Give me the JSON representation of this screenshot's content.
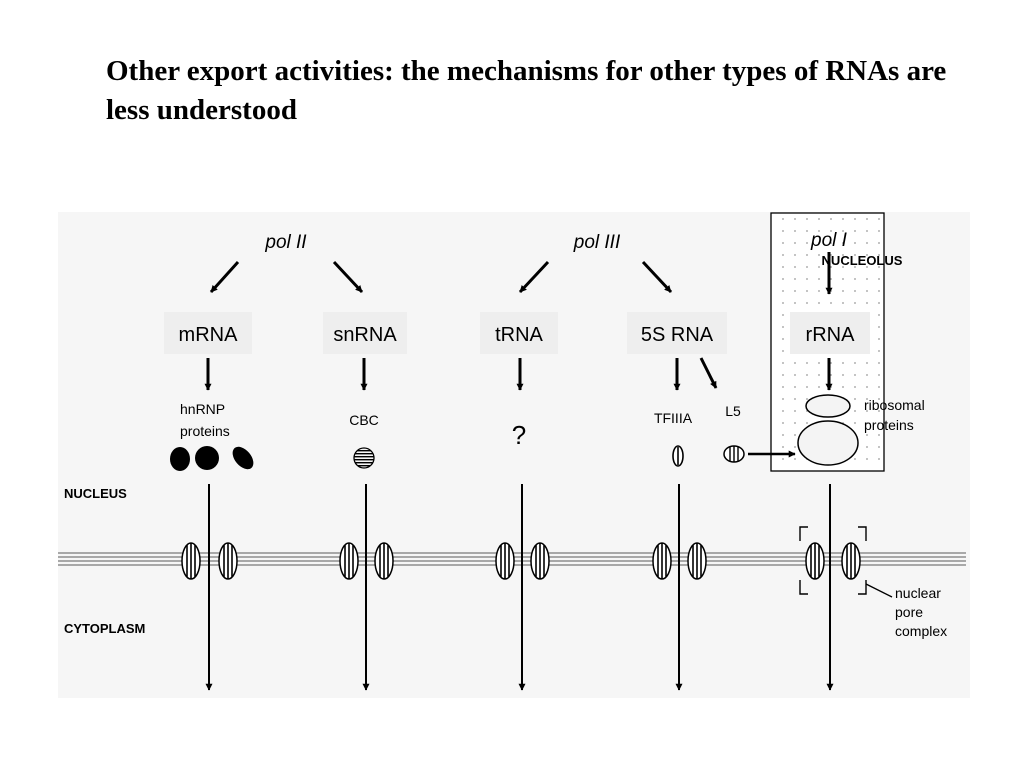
{
  "slide": {
    "title": "Other export activities: the mechanisms for other types of RNAs are less understood"
  },
  "diagram": {
    "polymerases": {
      "pol_ii": "pol II",
      "pol_iii": "pol III",
      "pol_i": "pol I"
    },
    "rna_types": {
      "mrna": "mRNA",
      "snrna": "snRNA",
      "trna": "tRNA",
      "rna_5s": "5S RNA",
      "rrna": "rRNA"
    },
    "factors": {
      "hnrnp_line1": "hnRNP",
      "hnrnp_line2": "proteins",
      "cbc": "CBC",
      "unknown": "?",
      "tfiiia": "TFIIIA",
      "l5": "L5",
      "ribosomal_line1": "ribosomal",
      "ribosomal_line2": "proteins"
    },
    "regions": {
      "nucleolus": "NUCLEOLUS",
      "nucleus": "NUCLEUS",
      "cytoplasm": "CYTOPLASM"
    },
    "npc_label": {
      "line1": "nuclear",
      "line2": "pore",
      "line3": "complex"
    },
    "colors": {
      "ink": "#000000",
      "panel_background": "#f6f6f6",
      "label_box": "#eeeeee",
      "membrane": "#7a7a7a"
    }
  }
}
